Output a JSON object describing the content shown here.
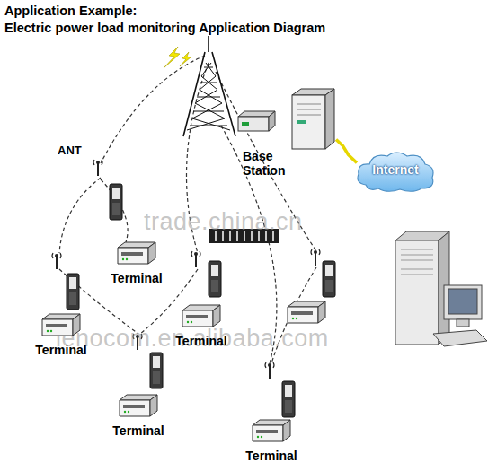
{
  "diagram": {
    "title": "Application Example:",
    "nodes": [
      {
        "text": [
          "Base Station"
        ]
      },
      {
        "text": [
          "Internet"
        ]
      },
      {
        "text": [
          "Terminal"
        ]
      },
      {
        "text": [
          "Terminal"
        ]
      },
      {
        "text": [
          "Terminal"
        ]
      },
      {
        "text": [
          "Terminal"
        ]
      },
      {
        "text": [
          "Terminal"
        ]
      }
    ],
    "edges": [
      {
        "from": 0,
        "to": 1,
        "arrow": "none"
      }
    ],
    "labels": [
      "Electric power load monitoring Application Diagram",
      "ANT",
      "trade.china.cn",
      "ienocom.en.alibaba.com"
    ]
  }
}
